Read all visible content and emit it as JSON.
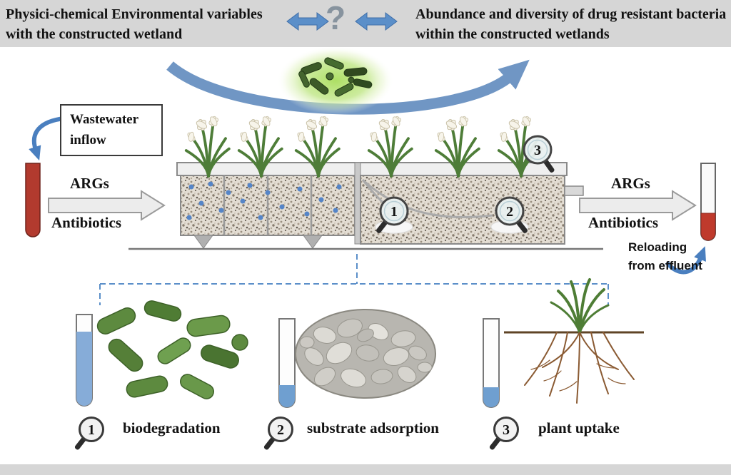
{
  "banner": {
    "left_text": "Physici-chemical Environmental variables with the constructed wetland",
    "question_mark": "?",
    "right_text": "Abundance and diversity of drug resistant bacteria within the constructed wetlands"
  },
  "inflow": {
    "box_label": "Wastewater inflow",
    "args_label": "ARGs",
    "antibiotics_label": "Antibiotics"
  },
  "outflow": {
    "args_label": "ARGs",
    "antibiotics_label": "Antibiotics",
    "reloading_label": "Reloading from effluent"
  },
  "magnifiers": {
    "one": "1",
    "two": "2",
    "three": "3"
  },
  "legend": {
    "items": [
      {
        "number": "1",
        "label": "biodegradation"
      },
      {
        "number": "2",
        "label": "substrate adsorption"
      },
      {
        "number": "3",
        "label": "plant uptake"
      }
    ]
  },
  "colors": {
    "accent_blue": "#5b8fc9",
    "banner_gray": "#d6d6d6",
    "tube_red": "#b23a2e",
    "plant_green": "#4e7d38",
    "bacteria_green": "#5d8a3f"
  }
}
